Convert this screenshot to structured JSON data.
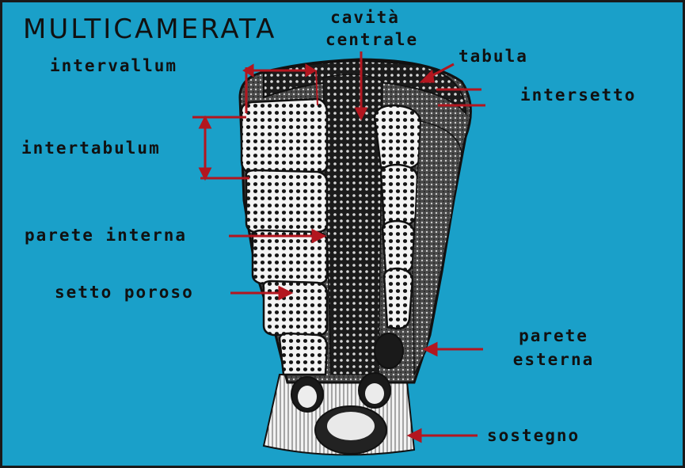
{
  "title": "MULTICAMERATA",
  "labels": {
    "cavita_centrale_1": "cavità",
    "cavita_centrale_2": "centrale",
    "tabula": "tabula",
    "intervallum": "intervallum",
    "intersetto": "intersetto",
    "intertabulum": "intertabulum",
    "parete_interna": "parete interna",
    "setto_poroso": "setto poroso",
    "parete_esterna_1": "parete",
    "parete_esterna_2": "esterna",
    "sostegno": "sostegno"
  },
  "colors": {
    "background": "#1aa0c9",
    "arrow": "#b3161f",
    "ink": "#111111"
  }
}
